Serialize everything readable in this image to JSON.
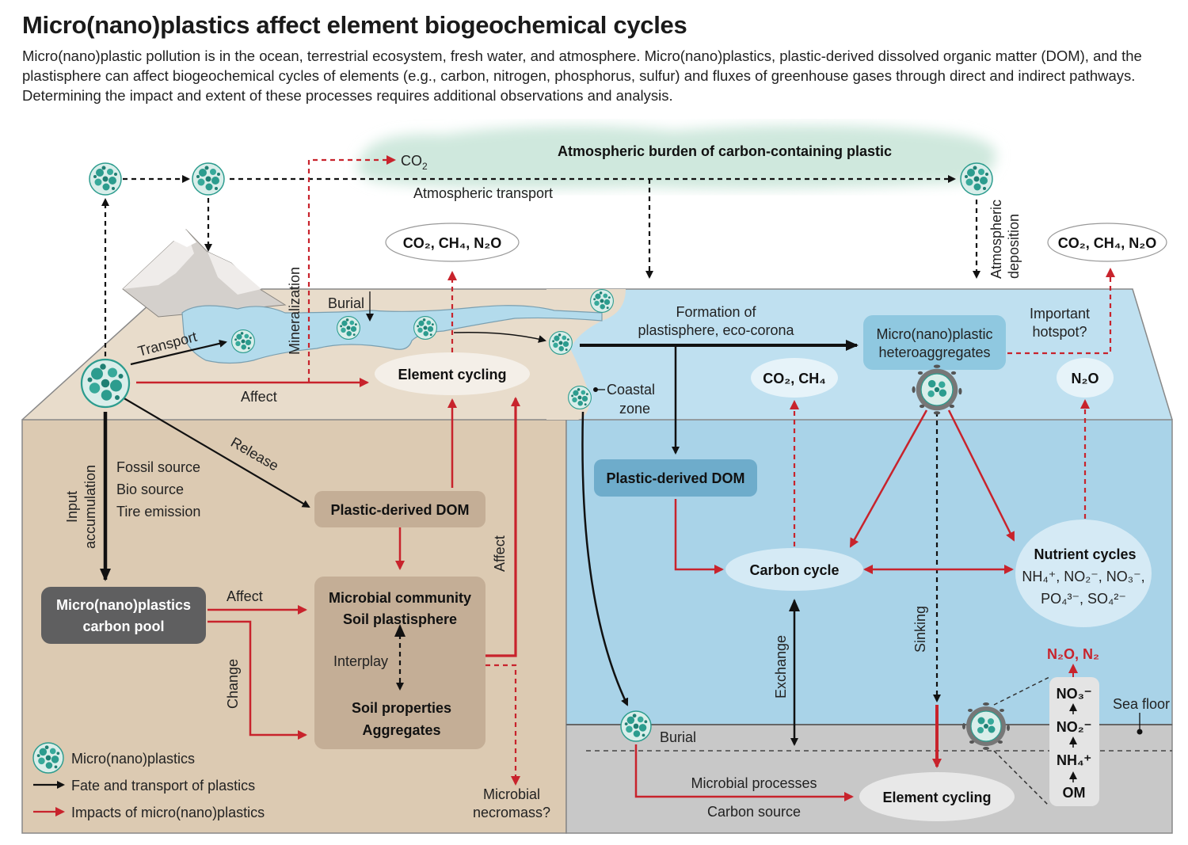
{
  "header": {
    "title": "Micro(nano)plastics affect element biogeochemical cycles",
    "subtitle": "Micro(nano)plastic pollution is in the ocean, terrestrial ecosystem, fresh water, and atmosphere. Micro(nano)plastics, plastic-derived dissolved organic matter (DOM), and the plastisphere can affect biogeochemical cycles of elements (e.g., carbon, nitrogen, phosphorus, sulfur) and fluxes of greenhouse gases through direct and indirect pathways. Determining the impact and extent of these processes requires additional observations and analysis."
  },
  "atmosphere": {
    "burden": "Atmospheric burden of carbon-containing plastic",
    "transport": "Atmospheric transport",
    "co2": "CO",
    "co2_sub": "2",
    "deposition_1": "Atmospheric",
    "deposition_2": "deposition"
  },
  "gases": {
    "land_ghg": "CO₂, CH₄, N₂O",
    "ocean_ghg": "CO₂, CH₄, N₂O",
    "ocean_co2_ch4": "CO₂, CH₄",
    "n2o": "N₂O",
    "n2o_n2": "N₂O, N₂"
  },
  "land": {
    "mineralization": "Mineralization",
    "burial": "Burial",
    "transport": "Transport",
    "affect": "Affect",
    "release": "Release",
    "element_cycling": "Element cycling",
    "input_1": "Input",
    "input_2": "accumulation",
    "sources": [
      "Fossil source",
      "Bio source",
      "Tire emission"
    ],
    "carbon_pool_1": "Micro(nano)plastics",
    "carbon_pool_2": "carbon pool",
    "plastic_dom": "Plastic-derived DOM",
    "affect2": "Affect",
    "change": "Change",
    "microbial_1": "Microbial community",
    "microbial_2": "Soil plastisphere",
    "interplay": "Interplay",
    "soil_1": "Soil properties",
    "soil_2": "Aggregates",
    "affect3": "Affect",
    "necromass_1": "Microbial",
    "necromass_2": "necromass?"
  },
  "ocean": {
    "formation_1": "Formation of",
    "formation_2": "plastisphere, eco-corona",
    "coastal_1": "Coastal",
    "coastal_2": "zone",
    "hetero_1": "Micro(nano)plastic",
    "hetero_2": "heteroaggregates",
    "hotspot_1": "Important",
    "hotspot_2": "hotspot?",
    "plastic_dom": "Plastic-derived DOM",
    "carbon_cycle": "Carbon cycle",
    "nutrient_cycles": "Nutrient cycles",
    "nutrient_line1": "NH₄⁺, NO₂⁻, NO₃⁻,",
    "nutrient_line2": "PO₄³⁻, SO₄²⁻",
    "exchange": "Exchange",
    "sinking": "Sinking",
    "sea_floor": "Sea floor",
    "burial": "Burial",
    "microbial_processes": "Microbial processes",
    "carbon_source": "Carbon source",
    "element_cycling": "Element cycling",
    "n_chain": [
      "NO₃⁻",
      "NO₂⁻",
      "NH₄⁺",
      "OM"
    ]
  },
  "legend": {
    "items": [
      "Micro(nano)plastics",
      "Fate and transport of plastics",
      "Impacts of micro(nano)plastics"
    ]
  },
  "colors": {
    "red": "#c8232c",
    "land": "#ddccb6",
    "ocean": "#a9d3e8",
    "seafloor": "#c8c8c8",
    "particle": "#2c9c8e"
  }
}
